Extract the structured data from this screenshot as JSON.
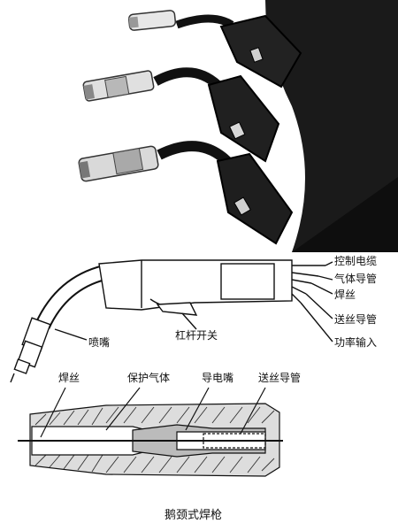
{
  "side_view_labels": {
    "control_cable": "控制电缆",
    "gas_hose": "气体导管",
    "welding_wire": "焊丝",
    "wire_feed_tube": "送丝导管",
    "power_input": "功率输入",
    "nozzle": "喷嘴",
    "trigger": "杠杆开关"
  },
  "section_labels": {
    "welding_wire": "焊丝",
    "shielding_gas": "保护气体",
    "contact_tip": "导电嘴",
    "wire_feed_tube": "送丝导管"
  },
  "caption": "鹅颈式焊枪"
}
